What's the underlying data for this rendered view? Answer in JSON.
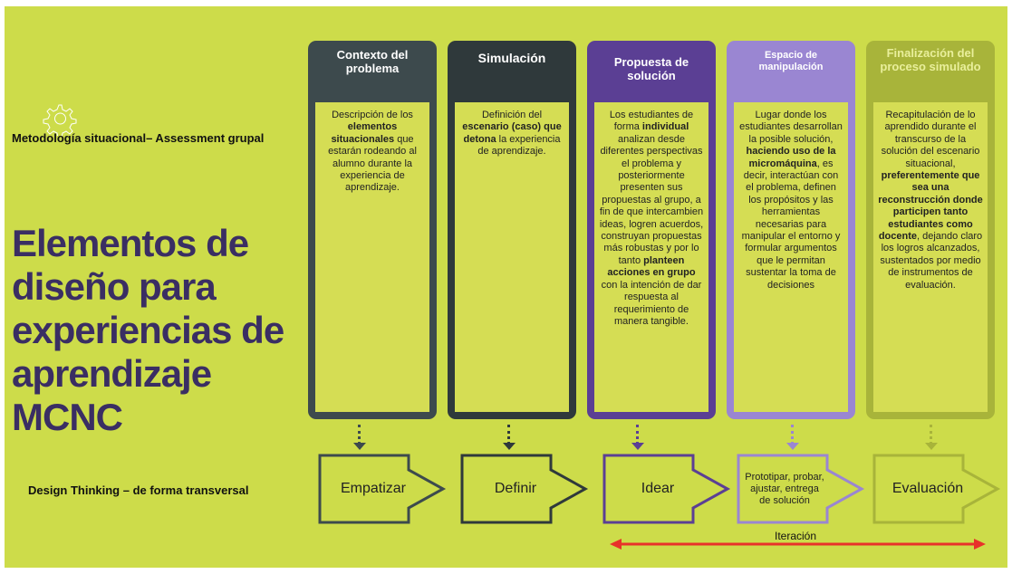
{
  "header": {
    "methodology_label": "Metodología situacional– Assessment grupal",
    "design_thinking_label": "Design Thinking – de forma transversal"
  },
  "title": {
    "line1": "Elementos de",
    "line2": "diseño para",
    "line3": "experiencias de",
    "line4": "aprendizaje MCNC"
  },
  "colors": {
    "background": "#cddc4a",
    "col1": "#3d4a4d",
    "col2": "#2f393b",
    "col3": "#5b3f94",
    "col4": "#9a86d2",
    "col5": "#a8b43a",
    "iteration": "#e8322a",
    "title": "#3a2e63"
  },
  "columns": [
    {
      "title": "Contexto del problema",
      "body_html": "Descripción de los <b>elementos situacionales</b> que estarán rodeando al alumno durante la experiencia de aprendizaje."
    },
    {
      "title": "Simulación",
      "body_html": "Definición del <b>escenario (caso) que detona</b> la experiencia de aprendizaje."
    },
    {
      "title": "Propuesta de solución",
      "body_html": "Los estudiantes de forma <b>individual</b> analizan desde diferentes perspectivas el problema y posteriormente presenten sus propuestas al grupo, a fin de que intercambien ideas, logren acuerdos, construyan propuestas más robustas y por lo tanto <b>planteen acciones en grupo</b> con la intención de dar respuesta al requerimiento de manera tangible."
    },
    {
      "title": "Espacio de manipulación",
      "body_html": "Lugar donde los estudiantes desarrollan la posible solución, <b>haciendo uso de la micromáquina</b>, es decir, interactúan con el problema, definen los propósitos y las herramientas necesarias para manipular el entorno y formular argumentos que le permitan sustentar la toma de decisiones"
    },
    {
      "title": "Finalización del proceso simulado",
      "body_html": "Recapitulación de lo aprendido durante el transcurso de la solución del escenario situacional, <b>preferentemente que sea una reconstrucción donde participen tanto estudiantes como docente</b>, dejando claro los logros alcanzados, sustentados por medio de instrumentos de evaluación."
    }
  ],
  "steps": [
    {
      "label": "Empatizar"
    },
    {
      "label": "Definir"
    },
    {
      "label": "Idear"
    },
    {
      "label": "Prototipar, probar, ajustar, entrega de solución"
    },
    {
      "label": "Evaluación"
    }
  ],
  "iteration": {
    "label": "Iteración"
  }
}
